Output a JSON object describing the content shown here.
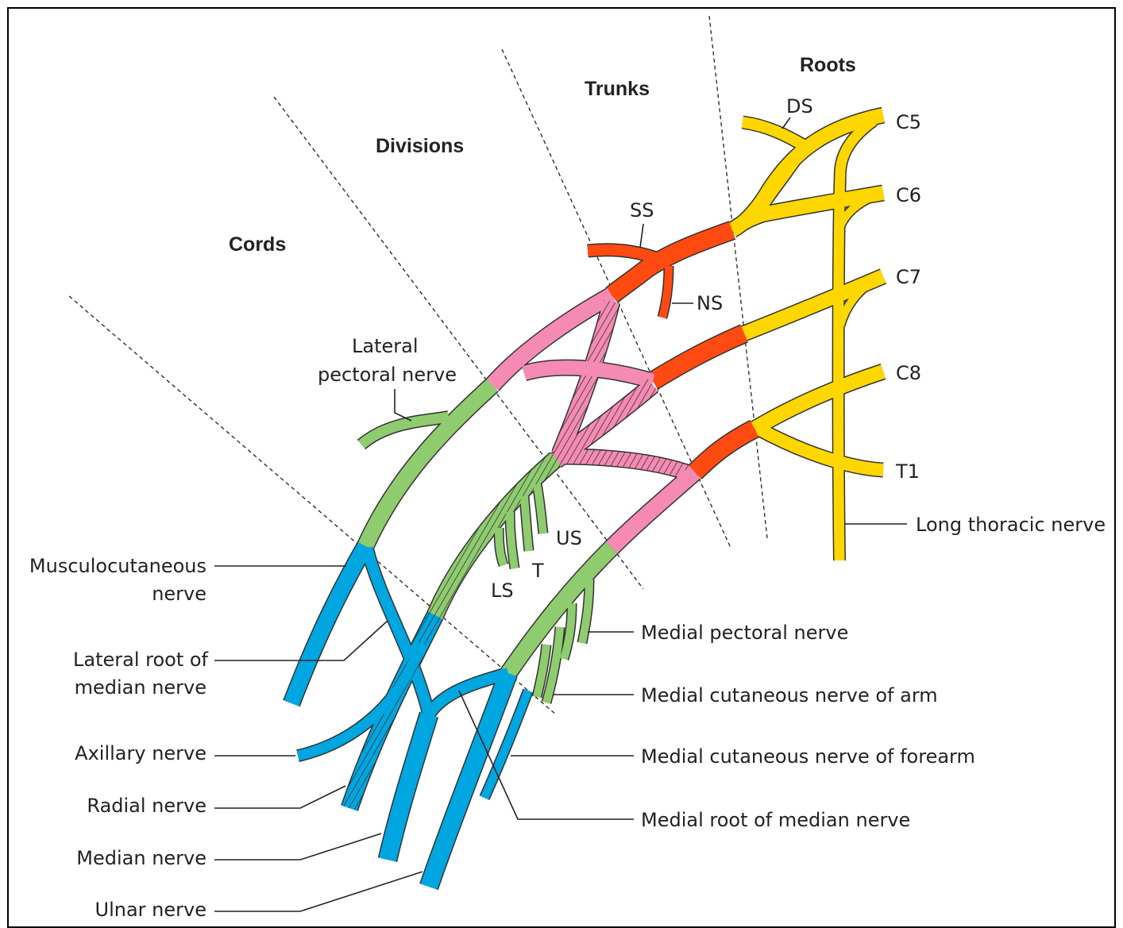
{
  "zones": {
    "roots": "Roots",
    "trunks": "Trunks",
    "divisions": "Divisions",
    "cords": "Cords"
  },
  "roots": {
    "c5": "C5",
    "c6": "C6",
    "c7": "C7",
    "c8": "C8",
    "t1": "T1"
  },
  "branches": {
    "ds": "DS",
    "ss": "SS",
    "ns": "NS",
    "us": "US",
    "t": "T",
    "ls": "LS"
  },
  "labels": {
    "long_thoracic": "Long thoracic nerve",
    "lateral_pectoral_1": "Lateral",
    "lateral_pectoral_2": "pectoral nerve",
    "musculocutaneous_1": "Musculocutaneous",
    "musculocutaneous_2": "nerve",
    "lateral_root_1": "Lateral root of",
    "lateral_root_2": "median nerve",
    "axillary": "Axillary nerve",
    "radial": "Radial nerve",
    "median": "Median nerve",
    "ulnar": "Ulnar nerve",
    "medial_pectoral": "Medial pectoral nerve",
    "medial_cut_arm": "Medial cutaneous nerve of arm",
    "medial_cut_forearm": "Medial cutaneous nerve of forearm",
    "medial_root": "Medial root of median nerve"
  },
  "colors": {
    "roots": "#ffd700",
    "trunks": "#ff4a12",
    "divisions": "#f58bb4",
    "cords": "#8fcc6f",
    "branches": "#00a6e0",
    "outline": "#333333"
  }
}
